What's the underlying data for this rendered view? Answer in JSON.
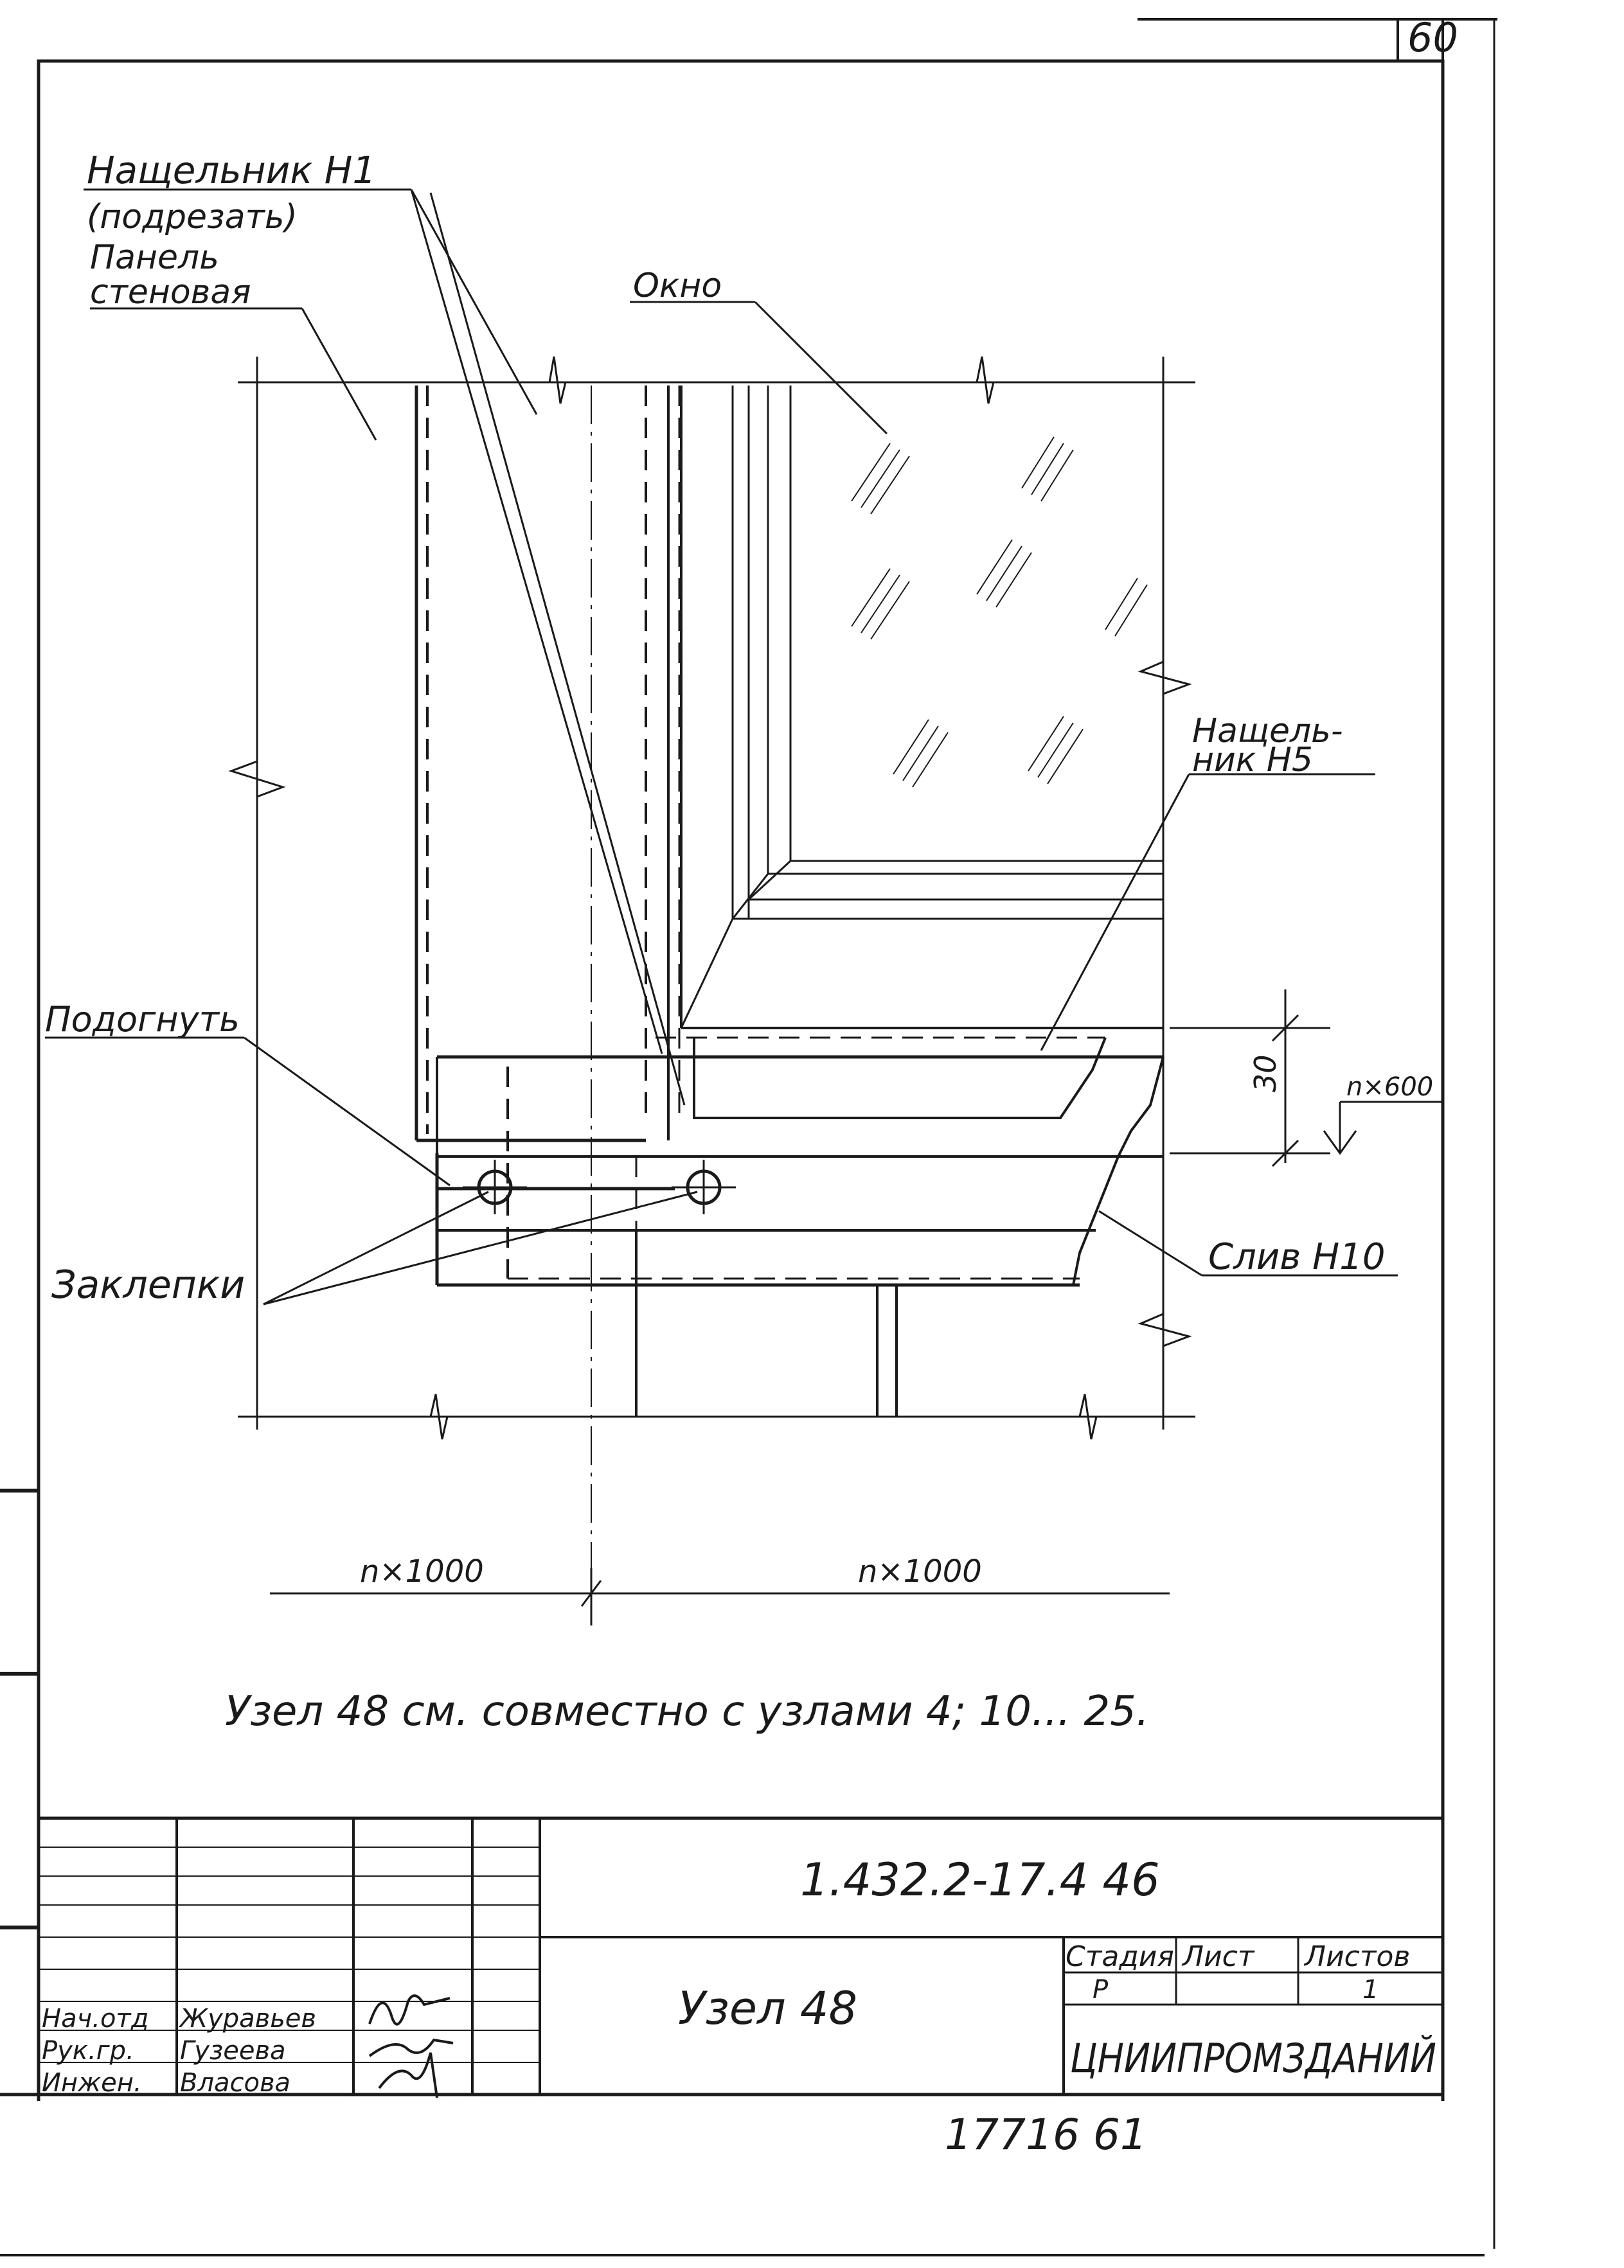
{
  "sheet_number": "60",
  "labels": {
    "strip_h1_line1": "Нащельник Н1",
    "strip_h1_line2": "(подрезать)",
    "panel_line1": "Панель",
    "panel_line2": "стеновая",
    "window": "Окно",
    "strip_h5_line1": "Нащель-",
    "strip_h5_line2": "ник Н5",
    "bend": "Подогнуть",
    "rivets": "Заклепки",
    "drip": "Слив Н10",
    "dim_30": "30",
    "dim_n600": "n×600",
    "dim_left": "n×1000",
    "dim_right": "n×1000"
  },
  "note": "Узел 48 см. совместно с узлами 4; 10... 25.",
  "title_block": {
    "designation": "1.432.2-17.4 46",
    "title": "Узел 48",
    "stage_header": "Стадия",
    "sheet_header": "Лист",
    "sheets_header": "Листов",
    "stage_value": "Р",
    "sheets_value": "1",
    "organization": "ЦНИИПРОМЗДАНИЙ",
    "staff": [
      {
        "role": "Нач.отд",
        "name": "Журавьев"
      },
      {
        "role": "Рук.гр.",
        "name": "Гузеева"
      },
      {
        "role": "Инжен.",
        "name": "Власова"
      }
    ]
  },
  "footer_number": "17716  61"
}
